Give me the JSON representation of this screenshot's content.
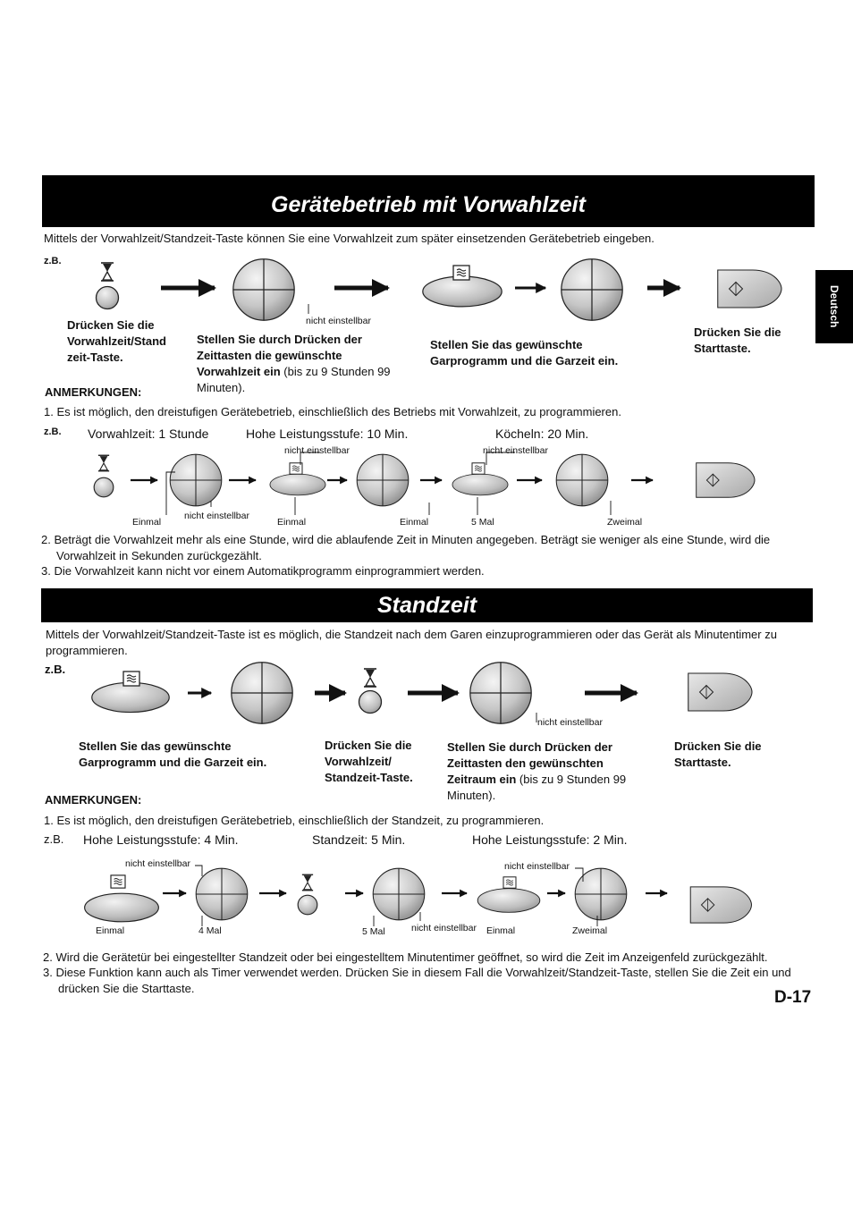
{
  "side_tab": "Deutsch",
  "page_number": "D-17",
  "section1": {
    "title": "Gerätebetrieb mit Vorwahlzeit",
    "intro": "Mittels der Vorwahlzeit/Standzeit-Taste können Sie eine Vorwahlzeit zum später einsetzenden Gerätebetrieb eingeben.",
    "example_label": "z.B.",
    "steps": {
      "step1": "Drücken Sie die Vorwahlzeit/Stand zeit-Taste.",
      "step2_bold": "Stellen Sie durch Drücken der Zeittasten die gewünschte Vorwahlzeit ein",
      "step2_rest": " (bis zu 9 Stunden 99 Minuten).",
      "step3": "Stellen Sie das gewünschte Garprogramm und die Garzeit ein.",
      "step4": "Drücken Sie die Starttaste."
    },
    "nicht_einstellbar": "nicht einstellbar",
    "notes_heading": "ANMERKUNGEN:",
    "note1": "1. Es ist möglich, den dreistufigen Gerätebetrieb, einschließlich des Betriebs mit Vorwahlzeit, zu programmieren.",
    "example2_label": "z.B.",
    "ex_heading1": "Vorwahlzeit: 1 Stunde",
    "ex_heading2": "Hohe Leistungsstufe: 10 Min.",
    "ex_heading3": "Köcheln: 20 Min.",
    "ex_labels": {
      "einmal1": "Einmal",
      "nicht1": "nicht einstellbar",
      "einmal2": "Einmal",
      "nicht2": "nicht einstellbar",
      "einmal3": "Einmal",
      "mal5": "5 Mal",
      "nicht3": "nicht einstellbar",
      "zweimal": "Zweimal"
    },
    "note2": "2. Beträgt die Vorwahlzeit mehr als eine Stunde, wird die ablaufende Zeit in Minuten angegeben. Beträgt sie weniger als eine Stunde, wird die Vorwahlzeit in Sekunden zurückgezählt.",
    "note3": "3. Die Vorwahlzeit kann nicht vor einem Automatikprogramm einprogrammiert werden."
  },
  "section2": {
    "title": "Standzeit",
    "intro": "Mittels der Vorwahlzeit/Standzeit-Taste ist es möglich, die Standzeit nach dem Garen einzuprogrammieren oder das Gerät als Minutentimer zu programmieren.",
    "example_label": "z.B.",
    "steps": {
      "step1": "Stellen Sie das gewünschte Garprogramm und die Garzeit ein.",
      "step2": "Drücken Sie die Vorwahlzeit/ Standzeit-Taste.",
      "step3_bold": "Stellen Sie durch Drücken der Zeittasten den gewünschten Zeitraum ein",
      "step3_rest": " (bis zu 9 Stunden 99 Minuten).",
      "step4": "Drücken Sie die Starttaste."
    },
    "nicht_einstellbar": "nicht einstellbar",
    "notes_heading": "ANMERKUNGEN:",
    "note1": "1. Es ist möglich, den dreistufigen Gerätebetrieb, einschließlich der Standzeit, zu programmieren.",
    "example2_label": "z.B.",
    "ex_heading1": "Hohe Leistungsstufe: 4 Min.",
    "ex_heading2": "Standzeit: 5 Min.",
    "ex_heading3": "Hohe Leistungsstufe: 2 Min.",
    "ex_labels": {
      "nicht1": "nicht einstellbar",
      "einmal1": "Einmal",
      "mal4": "4 Mal",
      "mal5": "5 Mal",
      "nicht2": "nicht einstellbar",
      "einmal2": "Einmal",
      "nicht3": "nicht einstellbar",
      "zweimal": "Zweimal"
    },
    "note2": "2. Wird die Gerätetür bei eingestellter Standzeit oder bei eingestelltem Minutentimer geöffnet, so wird die Zeit im Anzeigenfeld zurückgezählt.",
    "note3": "3. Diese Funktion kann auch als Timer verwendet werden. Drücken Sie in diesem Fall die Vorwahlzeit/Standzeit-Taste, stellen Sie die Zeit ein und drücken Sie die Starttaste."
  }
}
